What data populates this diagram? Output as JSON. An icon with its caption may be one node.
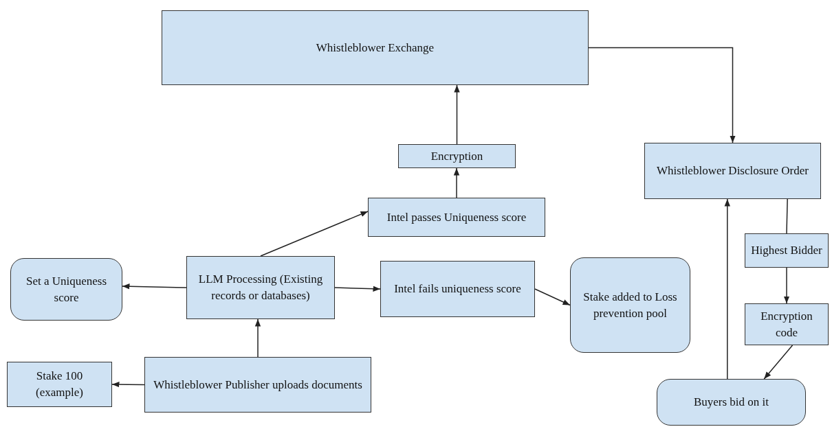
{
  "diagram": {
    "nodes": [
      {
        "text": [
          "Whistleblower Exchange"
        ]
      },
      {
        "text": [
          "Encryption"
        ]
      },
      {
        "text": [
          "Intel passes Uniqueness score"
        ]
      },
      {
        "text": [
          "Set a Uniqueness score"
        ]
      },
      {
        "text": [
          "LLM Processing (Existing records or databases)"
        ]
      },
      {
        "text": [
          "Intel fails uniqueness score"
        ]
      },
      {
        "text": [
          "Stake added to Loss prevention pool"
        ]
      },
      {
        "text": [
          "Stake 100 (example)"
        ]
      },
      {
        "text": [
          "Whistleblower Publisher uploads documents"
        ]
      },
      {
        "text": [
          "Whistleblower Disclosure Order"
        ]
      },
      {
        "text": [
          "Highest Bidder"
        ]
      },
      {
        "text": [
          "Encryption code"
        ]
      },
      {
        "text": [
          "Buyers bid on it"
        ]
      }
    ],
    "edges": [
      {
        "from": 8,
        "to": 4,
        "arrow": "to"
      },
      {
        "from": 8,
        "to": 7,
        "arrow": "to"
      },
      {
        "from": 4,
        "to": 3,
        "arrow": "to"
      },
      {
        "from": 4,
        "to": 2,
        "arrow": "to"
      },
      {
        "from": 4,
        "to": 5,
        "arrow": "to"
      },
      {
        "from": 5,
        "to": 6,
        "arrow": "to"
      },
      {
        "from": 2,
        "to": 1,
        "arrow": "to"
      },
      {
        "from": 1,
        "to": 0,
        "arrow": "to"
      },
      {
        "from": 0,
        "to": 9,
        "arrow": "to"
      },
      {
        "from": 9,
        "to": 10,
        "arrow": "none"
      },
      {
        "from": 10,
        "to": 11,
        "arrow": "to"
      },
      {
        "from": 11,
        "to": 12,
        "arrow": "to"
      },
      {
        "from": 12,
        "to": 9,
        "arrow": "to"
      }
    ]
  }
}
